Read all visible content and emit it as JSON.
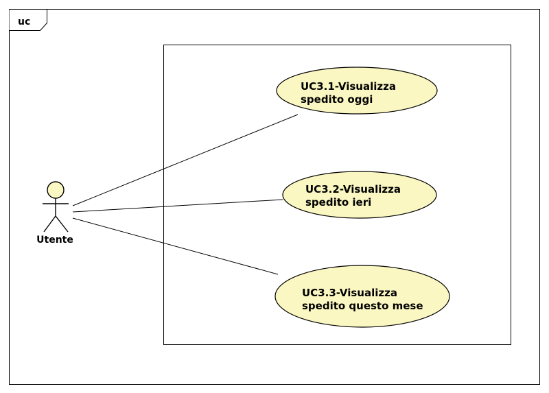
{
  "diagram": {
    "frame_label": "uc",
    "actor": {
      "name": "Utente"
    },
    "use_cases": [
      {
        "id": "uc-3-1",
        "lines": [
          "UC3.1-Visualizza",
          "spedito oggi"
        ]
      },
      {
        "id": "uc-3-2",
        "lines": [
          "UC3.2-Visualizza",
          "spedito ieri"
        ]
      },
      {
        "id": "uc-3-3",
        "lines": [
          "UC3.3-Visualizza",
          "spedito questo mese"
        ]
      }
    ],
    "colors": {
      "use_case_fill": "#fbf7c2",
      "actor_fill": "#fbf7c2",
      "stroke": "#000000",
      "background": "#ffffff"
    }
  }
}
